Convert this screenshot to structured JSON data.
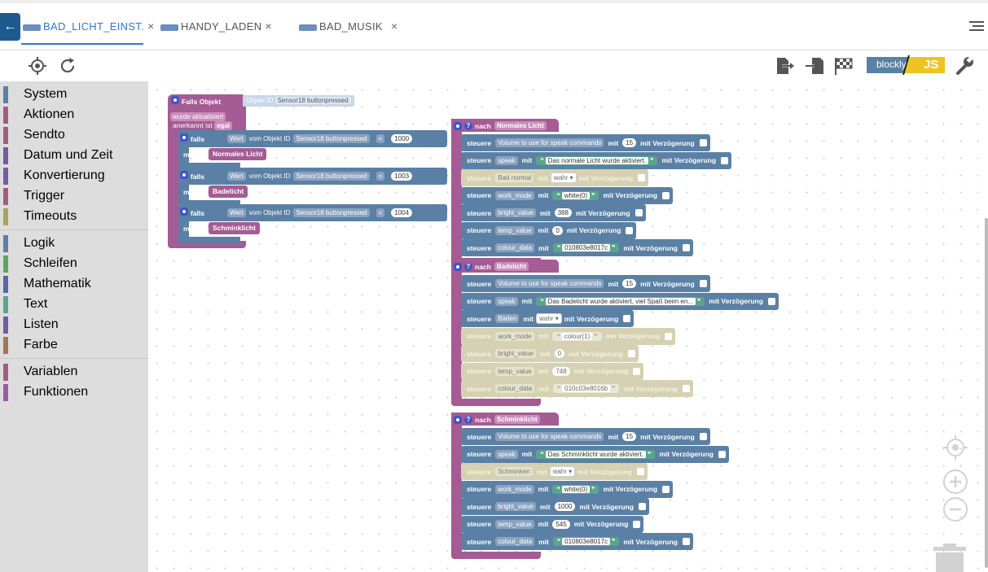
{
  "tabs": [
    {
      "label": "BAD_LICHT_EINST.",
      "close": "×",
      "active": true
    },
    {
      "label": "HANDY_LADEN",
      "close": "×",
      "active": false
    },
    {
      "label": "BAD_MUSIK",
      "close": "×",
      "active": false
    }
  ],
  "toolbar": {
    "blockly_label": "blockly",
    "js_label": "JS",
    "icons": [
      "crosshair-icon",
      "refresh-icon",
      "export-icon",
      "import-icon",
      "checkered-flag-icon",
      "wrench-icon"
    ]
  },
  "sidebar": {
    "groups": [
      [
        {
          "label": "System",
          "color": "#5b80a5"
        },
        {
          "label": "Aktionen",
          "color": "#a55b80"
        },
        {
          "label": "Sendto",
          "color": "#a55b80"
        },
        {
          "label": "Datum und Zeit",
          "color": "#745ba5"
        },
        {
          "label": "Konvertierung",
          "color": "#745ba5"
        },
        {
          "label": "Trigger",
          "color": "#a55b80"
        },
        {
          "label": "Timeouts",
          "color": "#a5a55b"
        }
      ],
      [
        {
          "label": "Logik",
          "color": "#5b80a5"
        },
        {
          "label": "Schleifen",
          "color": "#5ba55b"
        },
        {
          "label": "Mathematik",
          "color": "#5b67a5"
        },
        {
          "label": "Text",
          "color": "#5ba58c"
        },
        {
          "label": "Listen",
          "color": "#745ba5"
        },
        {
          "label": "Farbe",
          "color": "#a5745b"
        }
      ],
      [
        {
          "label": "Variablen",
          "color": "#a55b80"
        },
        {
          "label": "Funktionen",
          "color": "#9a5ba5"
        }
      ]
    ]
  },
  "trigger": {
    "title": "Falls Objekt",
    "objekt_id_label": "Objekt ID",
    "objekt_id_value": "Sensor18 buttonpressed",
    "wurde_value": "wurde aktualisiert",
    "anerkannt_label": "anerkannt ist",
    "anerkannt_value": "egal",
    "conditions": [
      {
        "falls": "falls",
        "wert": "Wert",
        "vom": "vom Objekt ID",
        "id": "Sensor18 buttonpressed",
        "op": "=",
        "value": "1000",
        "mache": "mache",
        "call": "Normales Licht"
      },
      {
        "falls": "falls",
        "wert": "Wert",
        "vom": "vom Objekt ID",
        "id": "Sensor18 buttonpressed",
        "op": "=",
        "value": "1003",
        "mache": "mache",
        "call": "Badelicht"
      },
      {
        "falls": "falls",
        "wert": "Wert",
        "vom": "vom Objekt ID",
        "id": "Sensor18 buttonpressed",
        "op": "=",
        "value": "1004",
        "mache": "mache",
        "call": "Schminklicht"
      }
    ]
  },
  "functions": [
    {
      "nach": "nach",
      "name": "Normales Licht",
      "rows": [
        {
          "kind": "num",
          "state": "on",
          "prop": "Volume to use for speak commands",
          "value": "15"
        },
        {
          "kind": "str",
          "state": "on",
          "prop": "speak",
          "value": "Das normale Licht wurde aktiviert."
        },
        {
          "kind": "dd",
          "state": "off",
          "prop": "Bad normal",
          "value": "wahr"
        },
        {
          "kind": "str",
          "state": "on",
          "prop": "work_mode",
          "value": "white(0)"
        },
        {
          "kind": "num",
          "state": "on",
          "prop": "bright_value",
          "value": "388"
        },
        {
          "kind": "num",
          "state": "on",
          "prop": "temp_value",
          "value": "0"
        },
        {
          "kind": "str",
          "state": "on",
          "prop": "colour_data",
          "value": "010803e8017c"
        }
      ]
    },
    {
      "nach": "nach",
      "name": "Badelicht",
      "rows": [
        {
          "kind": "num",
          "state": "on",
          "prop": "Volume to use for speak commands",
          "value": "15"
        },
        {
          "kind": "str",
          "state": "on",
          "prop": "speak",
          "value": "Das Badelicht wurde aktiviert, viel Spaß beim en..."
        },
        {
          "kind": "dd",
          "state": "on",
          "prop": "Baden",
          "value": "wahr"
        },
        {
          "kind": "str",
          "state": "off",
          "prop": "work_mode",
          "value": "colour(1)"
        },
        {
          "kind": "num",
          "state": "off",
          "prop": "bright_value",
          "value": "0"
        },
        {
          "kind": "num",
          "state": "off",
          "prop": "temp_value",
          "value": "748"
        },
        {
          "kind": "str",
          "state": "off",
          "prop": "colour_data",
          "value": "010c03e8016b"
        }
      ]
    },
    {
      "nach": "nach",
      "name": "Schminklicht",
      "rows": [
        {
          "kind": "num",
          "state": "on",
          "prop": "Volume to use for speak commands",
          "value": "15"
        },
        {
          "kind": "str",
          "state": "on",
          "prop": "speak",
          "value": "Das Schminklicht wurde aktiviert."
        },
        {
          "kind": "dd",
          "state": "off",
          "prop": "Schminken",
          "value": "wahr"
        },
        {
          "kind": "str",
          "state": "on",
          "prop": "work_mode",
          "value": "white(0)"
        },
        {
          "kind": "num",
          "state": "on",
          "prop": "bright_value",
          "value": "1000"
        },
        {
          "kind": "num",
          "state": "on",
          "prop": "temp_value",
          "value": "545"
        },
        {
          "kind": "str",
          "state": "on",
          "prop": "colour_data",
          "value": "010803e8017c"
        }
      ]
    }
  ],
  "labels": {
    "steuere": "steuere",
    "mit": "mit",
    "mit_verzoegerung": "mit Verzögerung"
  }
}
